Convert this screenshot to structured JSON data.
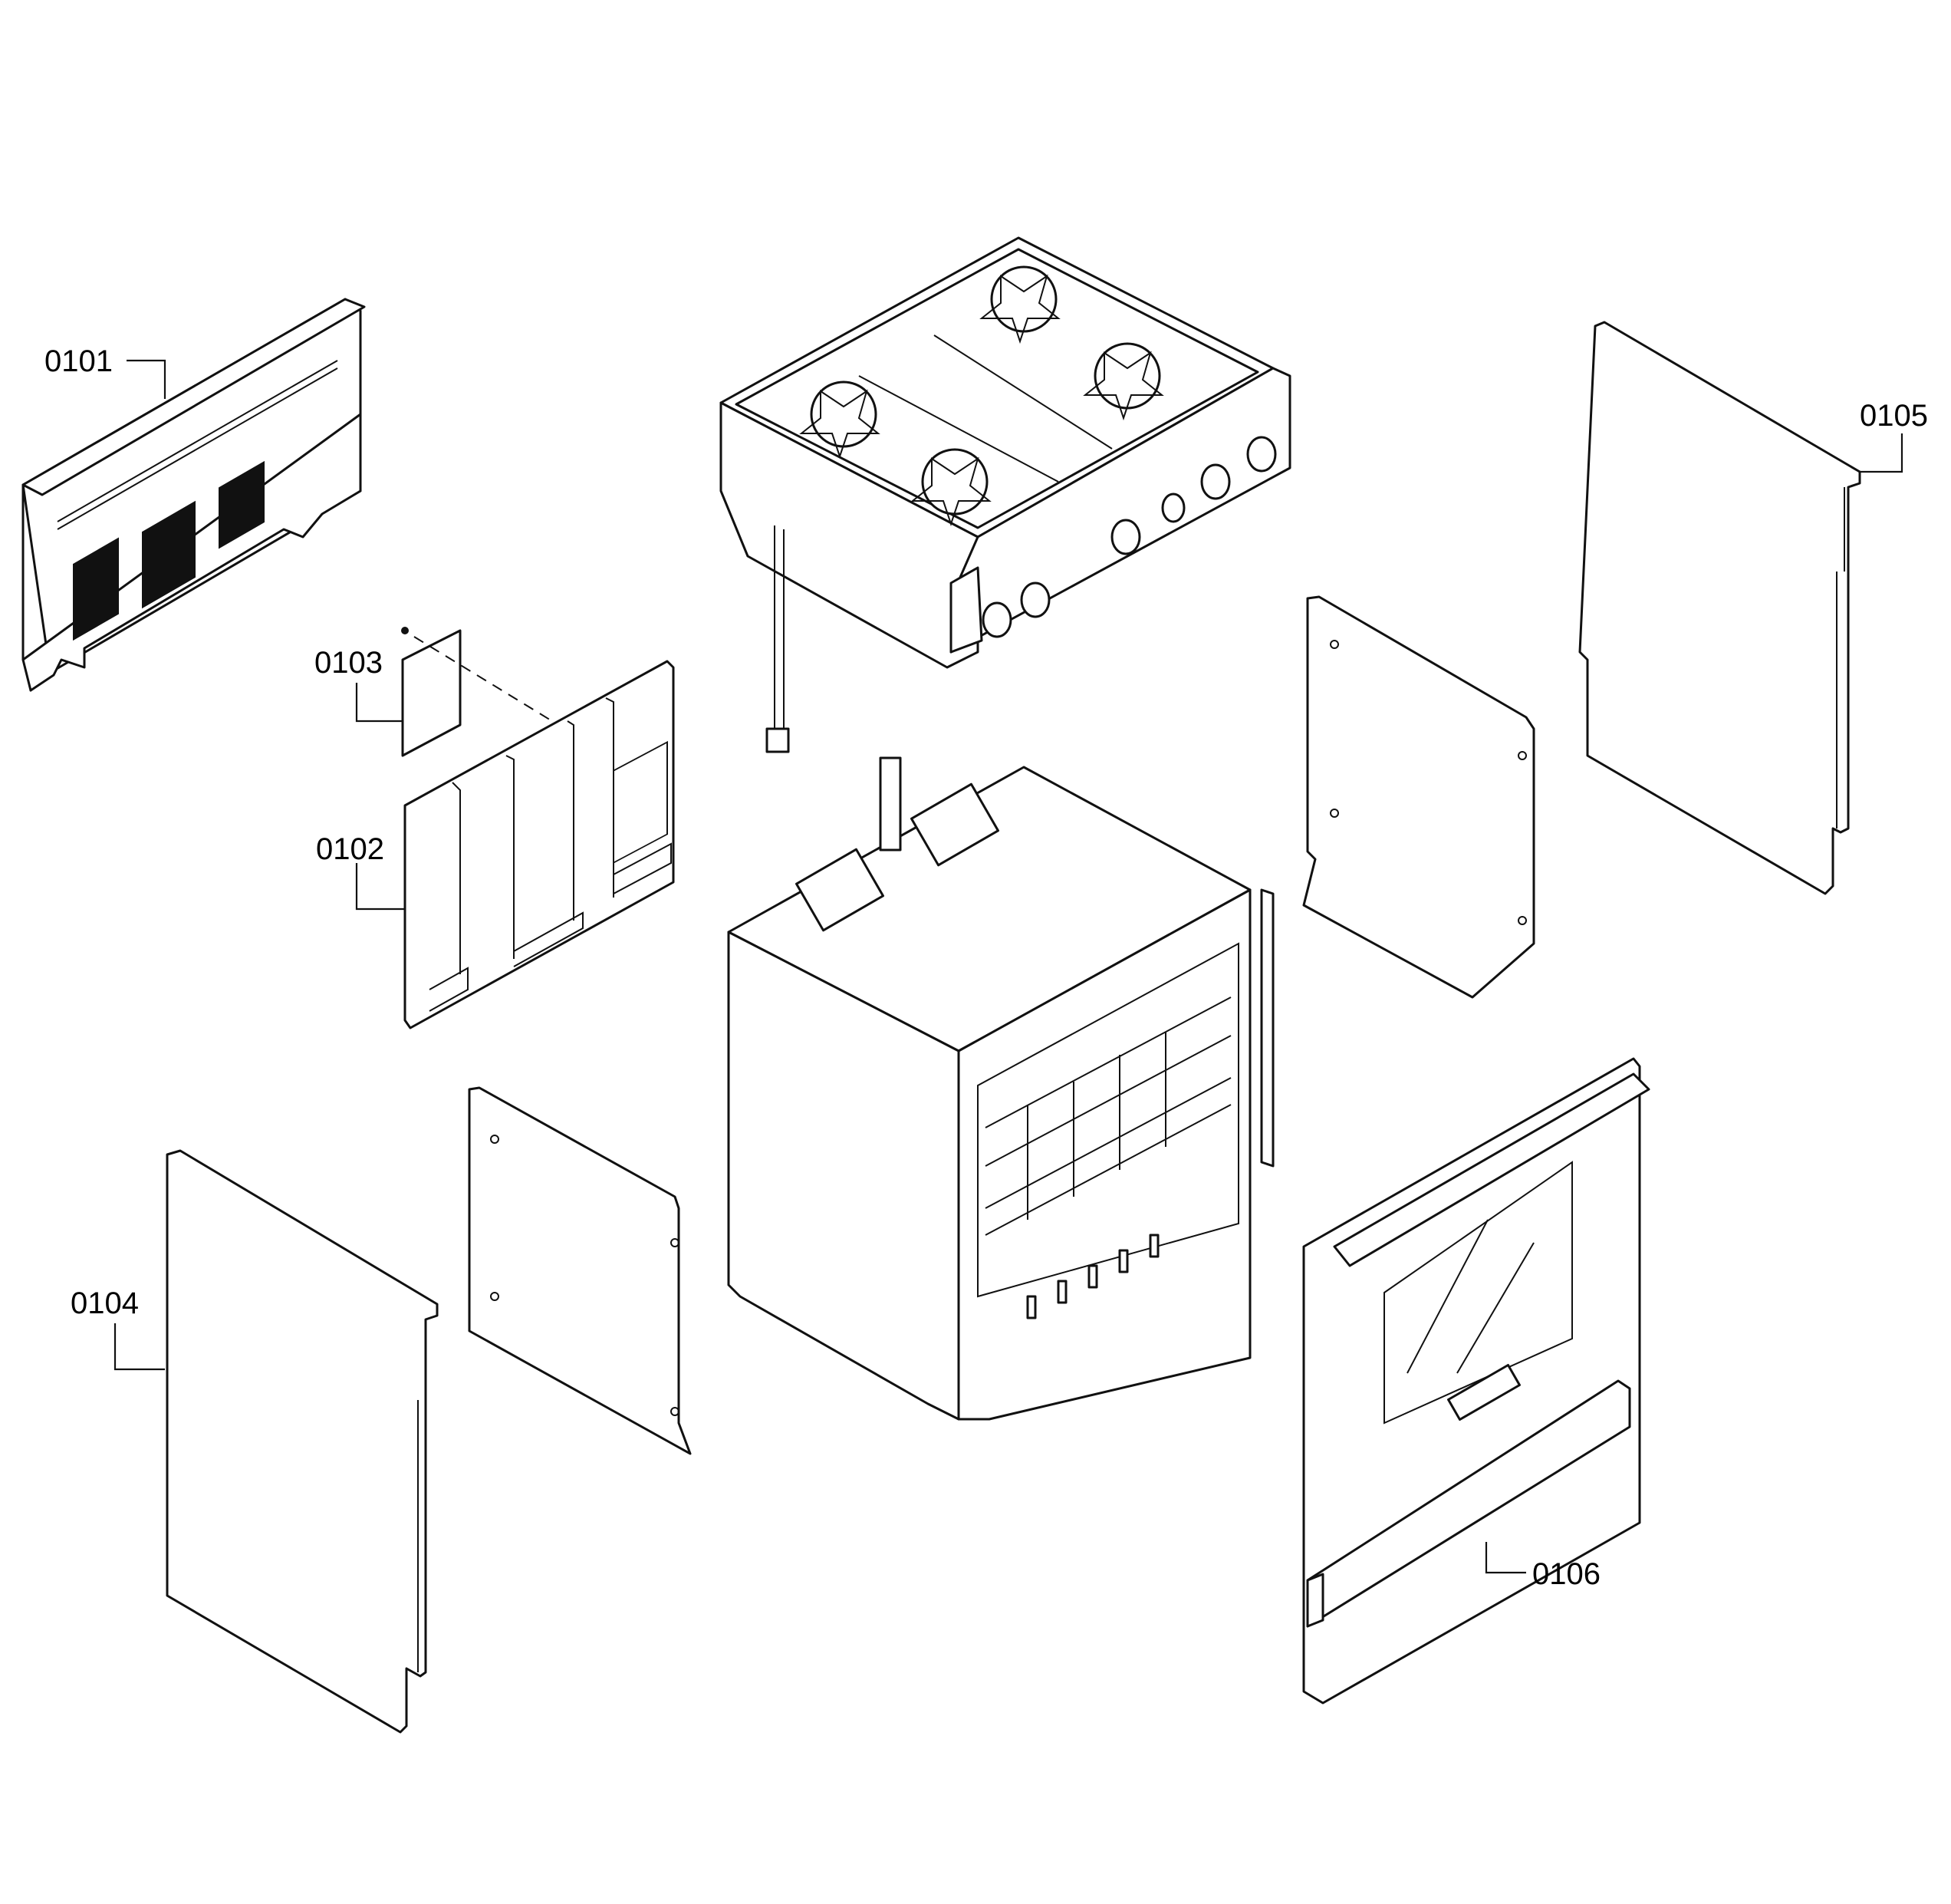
{
  "diagram": {
    "callouts": [
      {
        "id": "0101",
        "label": "0101"
      },
      {
        "id": "0102",
        "label": "0102"
      },
      {
        "id": "0103",
        "label": "0103"
      },
      {
        "id": "0104",
        "label": "0104"
      },
      {
        "id": "0105",
        "label": "0105"
      },
      {
        "id": "0106",
        "label": "0106"
      }
    ]
  }
}
